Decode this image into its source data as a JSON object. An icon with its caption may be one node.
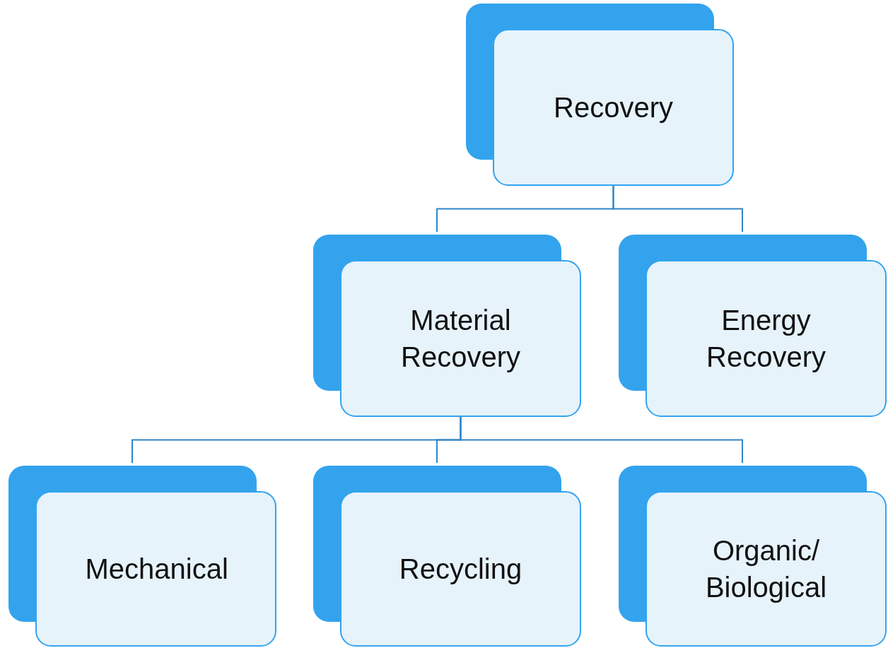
{
  "diagram": {
    "nodes": [
      {
        "text": [
          "Recovery"
        ]
      },
      {
        "text": [
          "Material Recovery"
        ]
      },
      {
        "text": [
          "Energy Recovery"
        ]
      },
      {
        "text": [
          "Mechanical"
        ]
      },
      {
        "text": [
          "Recycling"
        ]
      },
      {
        "text": [
          "Organic/ Biological"
        ]
      }
    ],
    "edges": [
      {
        "from": 0,
        "to": 1,
        "arrow": "none"
      },
      {
        "from": 0,
        "to": 2,
        "arrow": "none"
      },
      {
        "from": 1,
        "to": 3,
        "arrow": "none"
      },
      {
        "from": 1,
        "to": 4,
        "arrow": "none"
      },
      {
        "from": 1,
        "to": 5,
        "arrow": "none"
      }
    ]
  }
}
